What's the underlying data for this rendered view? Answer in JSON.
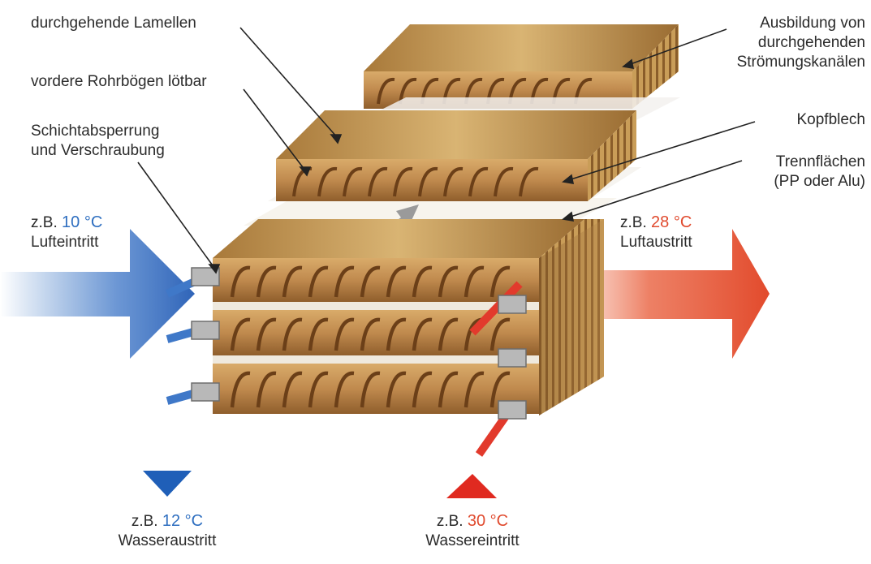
{
  "labels": {
    "lamellen": "durchgehende Lamellen",
    "rohrboegen": "vordere Rohrbögen lötbar",
    "schicht_line1": "Schichtabsperrung",
    "schicht_line2": "und Verschraubung",
    "ausbildung_line1": "Ausbildung von",
    "ausbildung_line2": "durchgehenden",
    "ausbildung_line3": "Strömungskanälen",
    "kopfblech": "Kopfblech",
    "trenn_line1": "Trennflächen",
    "trenn_line2": "(PP oder Alu)"
  },
  "air_in": {
    "prefix": "z.B.",
    "temp": "10 °C",
    "label": "Lufteintritt"
  },
  "air_out": {
    "prefix": "z.B.",
    "temp": "28 °C",
    "label": "Luftaustritt"
  },
  "water_out": {
    "prefix": "z.B.",
    "temp": "12 °C",
    "label": "Wasseraustritt"
  },
  "water_in": {
    "prefix": "z.B.",
    "temp": "30 °C",
    "label": "Wassereintritt"
  },
  "colors": {
    "cold": "#2f6fc0",
    "hot": "#e04a2e",
    "copper": "#b8894a",
    "fin": "#c9a25f"
  }
}
